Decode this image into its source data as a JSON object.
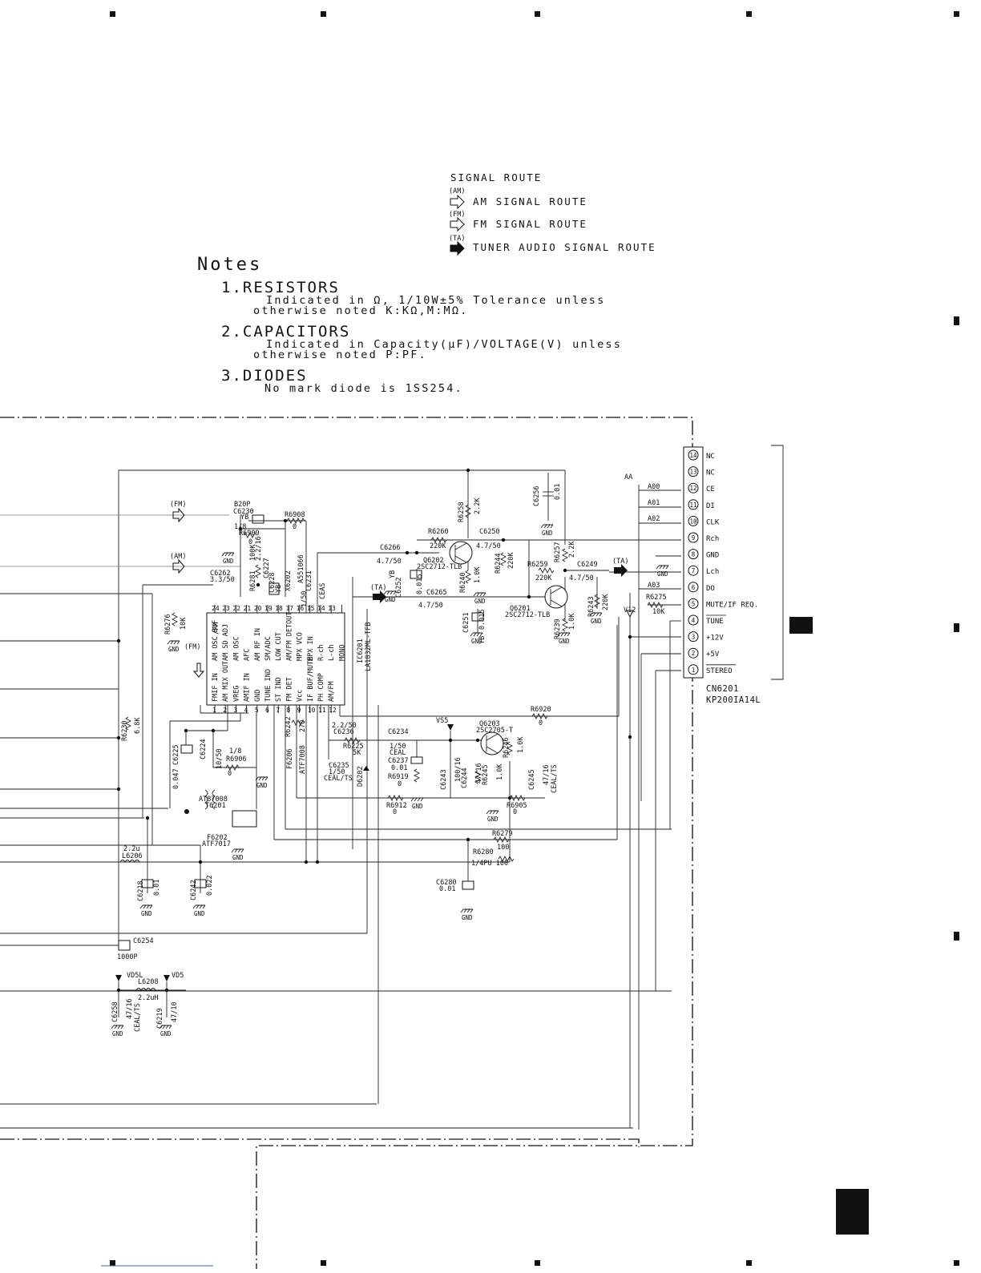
{
  "signal_route": {
    "title": "SIGNAL ROUTE",
    "items": [
      {
        "tag": "(AM)",
        "label": "AM SIGNAL ROUTE",
        "style": "outline"
      },
      {
        "tag": "(FM)",
        "label": "FM SIGNAL ROUTE",
        "style": "outline"
      },
      {
        "tag": "(TA)",
        "label": "TUNER AUDIO SIGNAL ROUTE",
        "style": "filled"
      }
    ]
  },
  "notes": {
    "title": "Notes",
    "items": [
      {
        "heading": "1.RESISTORS",
        "line1": "Indicated in Ω, 1/10W±5% Tolerance unless",
        "line2": "otherwise noted K:KΩ,M:MΩ."
      },
      {
        "heading": "2.CAPACITORS",
        "line1": "Indicated in Capacity(μF)/VOLTAGE(V) unless",
        "line2": "otherwise noted P:PF."
      },
      {
        "heading": "3.DIODES",
        "line1": "No mark diode is 1SS254.",
        "line2": ""
      }
    ]
  },
  "connector": {
    "ref": "CN6201",
    "part": "KP200IA14L",
    "bus_label": "AA",
    "pins": [
      {
        "num": "14",
        "name": "NC"
      },
      {
        "num": "13",
        "name": "NC"
      },
      {
        "num": "12",
        "name": "CE"
      },
      {
        "num": "11",
        "name": "DI"
      },
      {
        "num": "10",
        "name": "CLK"
      },
      {
        "num": "9",
        "name": "Rch"
      },
      {
        "num": "8",
        "name": "GND"
      },
      {
        "num": "7",
        "name": "Lch"
      },
      {
        "num": "6",
        "name": "DO"
      },
      {
        "num": "5",
        "name": "MUTE/IF REQ."
      },
      {
        "num": "4",
        "name": "TUNE"
      },
      {
        "num": "3",
        "name": "+12V"
      },
      {
        "num": "2",
        "name": "+5V"
      },
      {
        "num": "1",
        "name": "STEREO"
      }
    ],
    "nets": [
      "A00",
      "A01",
      "A02",
      "A03"
    ]
  },
  "ic": {
    "ref": "IC6201",
    "part": "LA1832ML-TFB",
    "top_pins": [
      {
        "num": "24",
        "name": "AM OSC BUF"
      },
      {
        "num": "23",
        "name": "AM SD ADJ"
      },
      {
        "num": "22",
        "name": "AM OSC"
      },
      {
        "num": "21",
        "name": "AFC"
      },
      {
        "num": "20",
        "name": "AM RF IN"
      },
      {
        "num": "19",
        "name": "SM/ADC"
      },
      {
        "num": "18",
        "name": "LOW CUT"
      },
      {
        "num": "17",
        "name": "AM/FM DETOUT"
      },
      {
        "num": "16",
        "name": "MPX VCO"
      },
      {
        "num": "15",
        "name": "MPX IN"
      },
      {
        "num": "14",
        "name": "R-ch"
      },
      {
        "num": "13",
        "name": "L-ch"
      },
      {
        "num": "",
        "name": "MONO"
      }
    ],
    "bottom_pins": [
      {
        "num": "1",
        "name": "FMIF IN"
      },
      {
        "num": "2",
        "name": "AM MIX OUT"
      },
      {
        "num": "3",
        "name": "VREG"
      },
      {
        "num": "4",
        "name": "AMIF IN"
      },
      {
        "num": "5",
        "name": "GND"
      },
      {
        "num": "6",
        "name": "TUNE IND"
      },
      {
        "num": "7",
        "name": "ST IND"
      },
      {
        "num": "8",
        "name": "FM DET"
      },
      {
        "num": "9",
        "name": "Vcc"
      },
      {
        "num": "10",
        "name": "IF BUF/MUTE"
      },
      {
        "num": "11",
        "name": "PH COMP"
      },
      {
        "num": "12",
        "name": "AM/FM"
      }
    ],
    "side_text": "/FM"
  },
  "labels": [
    {
      "id": "lbl-b20p",
      "text": "B20P"
    },
    {
      "id": "lbl-c6230",
      "text": "C6230"
    },
    {
      "id": "lbl-yb-1",
      "text": "YB"
    },
    {
      "id": "lbl-r6908",
      "text": "R6908"
    },
    {
      "id": "lbl-r6908-v",
      "text": "0"
    },
    {
      "id": "lbl-18-a",
      "text": "1/8"
    },
    {
      "id": "lbl-r6909",
      "text": "R6909"
    },
    {
      "id": "lbl-r6909-v",
      "text": "0"
    },
    {
      "id": "lbl-c6262",
      "text": "C6262"
    },
    {
      "id": "lbl-c6262-v",
      "text": "3.3/50"
    },
    {
      "id": "lbl-r6281",
      "text": "R6281"
    },
    {
      "id": "lbl-r6281-v",
      "text": "100K"
    },
    {
      "id": "lbl-c6227",
      "text": "C6227"
    },
    {
      "id": "lbl-c6227-v",
      "text": "2.2/16"
    },
    {
      "id": "lbl-c6228",
      "text": "C6228"
    },
    {
      "id": "lbl-yb-2",
      "text": "YB"
    },
    {
      "id": "lbl-x6202",
      "text": "X6202"
    },
    {
      "id": "lbl-x6202-v",
      "text": "A551066"
    },
    {
      "id": "lbl-c6231",
      "text": "C6231"
    },
    {
      "id": "lbl-c6231-v",
      "text": "1/50"
    },
    {
      "id": "lbl-ceas",
      "text": "CEAS"
    },
    {
      "id": "lbl-r6276",
      "text": "R6276"
    },
    {
      "id": "lbl-r6276-v",
      "text": "10K"
    },
    {
      "id": "lbl-r6230",
      "text": "R6230"
    },
    {
      "id": "lbl-r6230-v",
      "text": "6.8K"
    },
    {
      "id": "lbl-c6225",
      "text": "C6225"
    },
    {
      "id": "lbl-c6225-v",
      "text": "0.047"
    },
    {
      "id": "lbl-c6224",
      "text": "C6224"
    },
    {
      "id": "lbl-c6224-v",
      "text": "10/50"
    },
    {
      "id": "lbl-18-b",
      "text": "1/8"
    },
    {
      "id": "lbl-r6906",
      "text": "R6906"
    },
    {
      "id": "lbl-r6906-v",
      "text": "0"
    },
    {
      "id": "lbl-at87008",
      "text": "AT87008"
    },
    {
      "id": "lbl-t6201",
      "text": "T6201"
    },
    {
      "id": "lbl-f6202",
      "text": "F6202"
    },
    {
      "id": "lbl-atf7017",
      "text": "ATF7017"
    },
    {
      "id": "lbl-22u",
      "text": "2.2u"
    },
    {
      "id": "lbl-l6206",
      "text": "L6206"
    },
    {
      "id": "lbl-c6218",
      "text": "C6218"
    },
    {
      "id": "lbl-c6218-v",
      "text": "0.01"
    },
    {
      "id": "lbl-c6242",
      "text": "C6242"
    },
    {
      "id": "lbl-c6242-v",
      "text": "0.022"
    },
    {
      "id": "lbl-c6254",
      "text": "C6254"
    },
    {
      "id": "lbl-1000p",
      "text": "1000P"
    },
    {
      "id": "lbl-vd5l",
      "text": "VD5L"
    },
    {
      "id": "lbl-vd5",
      "text": "VD5"
    },
    {
      "id": "lbl-l6208",
      "text": "L6208"
    },
    {
      "id": "lbl-l6208-v",
      "text": "2.2uH"
    },
    {
      "id": "lbl-c6258",
      "text": "C6258"
    },
    {
      "id": "lbl-c6258-v",
      "text": "47/16"
    },
    {
      "id": "lbl-ceal-ts-1",
      "text": "CEAL/TS"
    },
    {
      "id": "lbl-c6219",
      "text": "C6219"
    },
    {
      "id": "lbl-c6219-v",
      "text": "47/10"
    },
    {
      "id": "lbl-r6242",
      "text": "R6242"
    },
    {
      "id": "lbl-r6242-v",
      "text": "270"
    },
    {
      "id": "lbl-f6206",
      "text": "F6206"
    },
    {
      "id": "lbl-atf7008",
      "text": "ATF7008"
    },
    {
      "id": "lbl-c6236-v",
      "text": "2.2/50"
    },
    {
      "id": "lbl-c6236",
      "text": "C6236"
    },
    {
      "id": "lbl-r6225",
      "text": "R6225"
    },
    {
      "id": "lbl-r6225-v",
      "text": "5K"
    },
    {
      "id": "lbl-c6235",
      "text": "C6235"
    },
    {
      "id": "lbl-c6235-v",
      "text": "1/50"
    },
    {
      "id": "lbl-ceal-ts-2",
      "text": "CEAL/TS"
    },
    {
      "id": "lbl-d6202",
      "text": "D6202"
    },
    {
      "id": "lbl-c6234",
      "text": "C6234"
    },
    {
      "id": "lbl-c6234-v",
      "text": "1/50"
    },
    {
      "id": "lbl-ceal",
      "text": "CEAL"
    },
    {
      "id": "lbl-c6237",
      "text": "C6237"
    },
    {
      "id": "lbl-c6237-v",
      "text": "0.01"
    },
    {
      "id": "lbl-r6919",
      "text": "R6919"
    },
    {
      "id": "lbl-r6919-v",
      "text": "0"
    },
    {
      "id": "lbl-r6912",
      "text": "R6912"
    },
    {
      "id": "lbl-r6912-v",
      "text": "0"
    },
    {
      "id": "lbl-vs5",
      "text": "VS5"
    },
    {
      "id": "lbl-q6203",
      "text": "Q6203"
    },
    {
      "id": "lbl-q6203-v",
      "text": "2SC2705-T"
    },
    {
      "id": "lbl-c6243",
      "text": "C6243"
    },
    {
      "id": "lbl-c6243-v",
      "text": "100/16"
    },
    {
      "id": "lbl-c6244",
      "text": "C6244"
    },
    {
      "id": "lbl-c6244-v",
      "text": "47/16"
    },
    {
      "id": "lbl-r6245",
      "text": "R6245"
    },
    {
      "id": "lbl-r6245-v",
      "text": "1.0K"
    },
    {
      "id": "lbl-r6246",
      "text": "R6246"
    },
    {
      "id": "lbl-r6246-v",
      "text": "1.0K"
    },
    {
      "id": "lbl-c6245",
      "text": "C6245"
    },
    {
      "id": "lbl-c6245-v",
      "text": "47/16"
    },
    {
      "id": "lbl-ceal-ts-3",
      "text": "CEAL/TS"
    },
    {
      "id": "lbl-r6905",
      "text": "R6905"
    },
    {
      "id": "lbl-r6905-v",
      "text": "0"
    },
    {
      "id": "lbl-r6920",
      "text": "R6920"
    },
    {
      "id": "lbl-r6920-v",
      "text": "0"
    },
    {
      "id": "lbl-r6279",
      "text": "R6279"
    },
    {
      "id": "lbl-r6279-v",
      "text": "100"
    },
    {
      "id": "lbl-r6280",
      "text": "R6280"
    },
    {
      "id": "lbl-r6280-v",
      "text": "1/4PU 100"
    },
    {
      "id": "lbl-c6280",
      "text": "C6280"
    },
    {
      "id": "lbl-c6280-v",
      "text": "0.01"
    },
    {
      "id": "lbl-r6258",
      "text": "R6258"
    },
    {
      "id": "lbl-r6258-v",
      "text": "2.2K"
    },
    {
      "id": "lbl-c6256",
      "text": "C6256"
    },
    {
      "id": "lbl-c6256-v",
      "text": "0.01"
    },
    {
      "id": "lbl-r6260",
      "text": "R6260"
    },
    {
      "id": "lbl-r6260-v",
      "text": "220K"
    },
    {
      "id": "lbl-c6250",
      "text": "C6250"
    },
    {
      "id": "lbl-c6250-v",
      "text": "4.7/50"
    },
    {
      "id": "lbl-c6266",
      "text": "C6266"
    },
    {
      "id": "lbl-c6266-v",
      "text": "4.7/50"
    },
    {
      "id": "lbl-q6202",
      "text": "Q6202"
    },
    {
      "id": "lbl-q6202-v",
      "text": "2SC2712-TLB"
    },
    {
      "id": "lbl-c6252",
      "text": "C6252"
    },
    {
      "id": "lbl-c6252-v",
      "text": "0.015"
    },
    {
      "id": "lbl-yb-3",
      "text": "YB"
    },
    {
      "id": "lbl-r6240",
      "text": "R6240"
    },
    {
      "id": "lbl-r6240-v",
      "text": "1.0K"
    },
    {
      "id": "lbl-r6244",
      "text": "R6244"
    },
    {
      "id": "lbl-r6244-v",
      "text": "220K"
    },
    {
      "id": "lbl-c6265",
      "text": "C6265"
    },
    {
      "id": "lbl-c6265-v",
      "text": "4.7/50"
    },
    {
      "id": "lbl-r6257",
      "text": "R6257"
    },
    {
      "id": "lbl-r6257-v",
      "text": "2.2K"
    },
    {
      "id": "lbl-r6259",
      "text": "R6259"
    },
    {
      "id": "lbl-r6259-v",
      "text": "220K"
    },
    {
      "id": "lbl-c6249",
      "text": "C6249"
    },
    {
      "id": "lbl-c6249-v",
      "text": "4.7/50"
    },
    {
      "id": "lbl-q6201",
      "text": "Q6201"
    },
    {
      "id": "lbl-q6201-v",
      "text": "2SC2712-TLB"
    },
    {
      "id": "lbl-c6251",
      "text": "C6251"
    },
    {
      "id": "lbl-c6251-v",
      "text": "0.015"
    },
    {
      "id": "lbl-yb-4",
      "text": "YB"
    },
    {
      "id": "lbl-r6239",
      "text": "R6239"
    },
    {
      "id": "lbl-r6239-v",
      "text": "1.0K"
    },
    {
      "id": "lbl-r6243",
      "text": "R6243"
    },
    {
      "id": "lbl-r6243-v",
      "text": "220K"
    },
    {
      "id": "lbl-r6275",
      "text": "R6275"
    },
    {
      "id": "lbl-r6275-v",
      "text": "10K"
    },
    {
      "id": "lbl-v12",
      "text": "V12"
    }
  ],
  "route_tags": {
    "fm": "(FM)",
    "am": "(AM)",
    "fm_low": "(FM)",
    "ta_1": "(TA)",
    "ta_2": "(TA)"
  },
  "gnd_text": "GND"
}
